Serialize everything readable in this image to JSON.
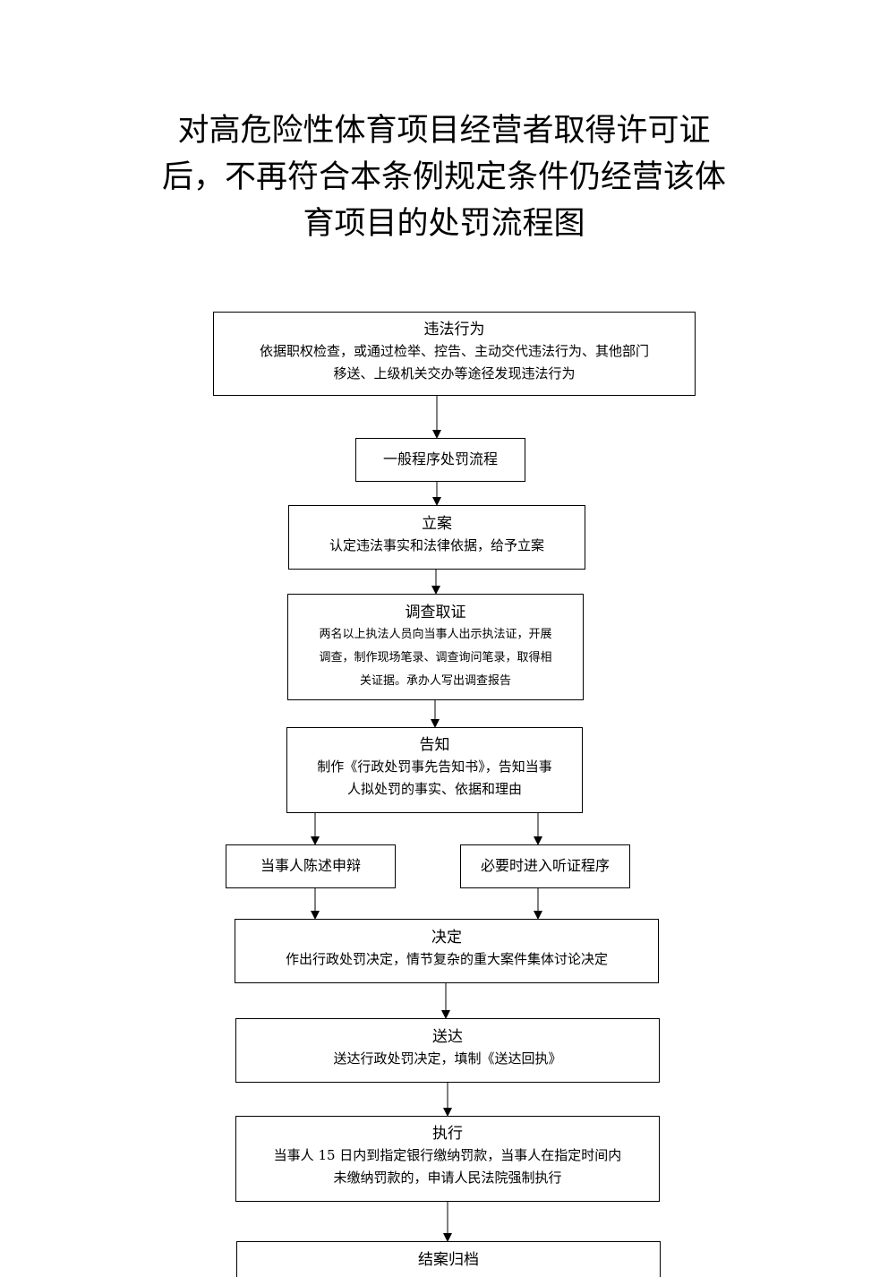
{
  "title": {
    "lines": [
      "对高危险性体育项目经营者取得许可证",
      "后，不再符合本条例规定条件仍经营该体",
      "育项目的处罚流程图"
    ]
  },
  "flowchart": {
    "illegal_act": {
      "heading": "违法行为",
      "text_line1": "依据职权检查，或通过检举、控告、主动交代违法行为、其他部门",
      "text_line2": "移送、上级机关交办等途径发现违法行为"
    },
    "general_procedure": {
      "text": "一般程序处罚流程"
    },
    "filing": {
      "heading": "立案",
      "text": "认定违法事实和法律依据，给予立案"
    },
    "investigation": {
      "heading": "调查取证",
      "text_line1": "两名以上执法人员向当事人出示执法证，开展",
      "text_line2": "调查，制作现场笔录、调查询问笔录，取得相",
      "text_line3": "关证据。承办人写出调查报告"
    },
    "notification": {
      "heading": "告知",
      "text_line1": "制作《行政处罚事先告知书》，告知当事",
      "text_line2": "人拟处罚的事实、依据和理由"
    },
    "statement": {
      "text": "当事人陈述申辩"
    },
    "hearing": {
      "text": "必要时进入听证程序"
    },
    "decision": {
      "heading": "决定",
      "text": "作出行政处罚决定，情节复杂的重大案件集体讨论决定"
    },
    "delivery": {
      "heading": "送达",
      "text": "送达行政处罚决定，填制《送达回执》"
    },
    "execution": {
      "heading": "执行",
      "text_line1": "当事人 15 日内到指定银行缴纳罚款，当事人在指定时间内",
      "text_line2": "未缴纳罚款的，申请人民法院强制执行"
    },
    "archive": {
      "heading": "结案归档"
    }
  }
}
